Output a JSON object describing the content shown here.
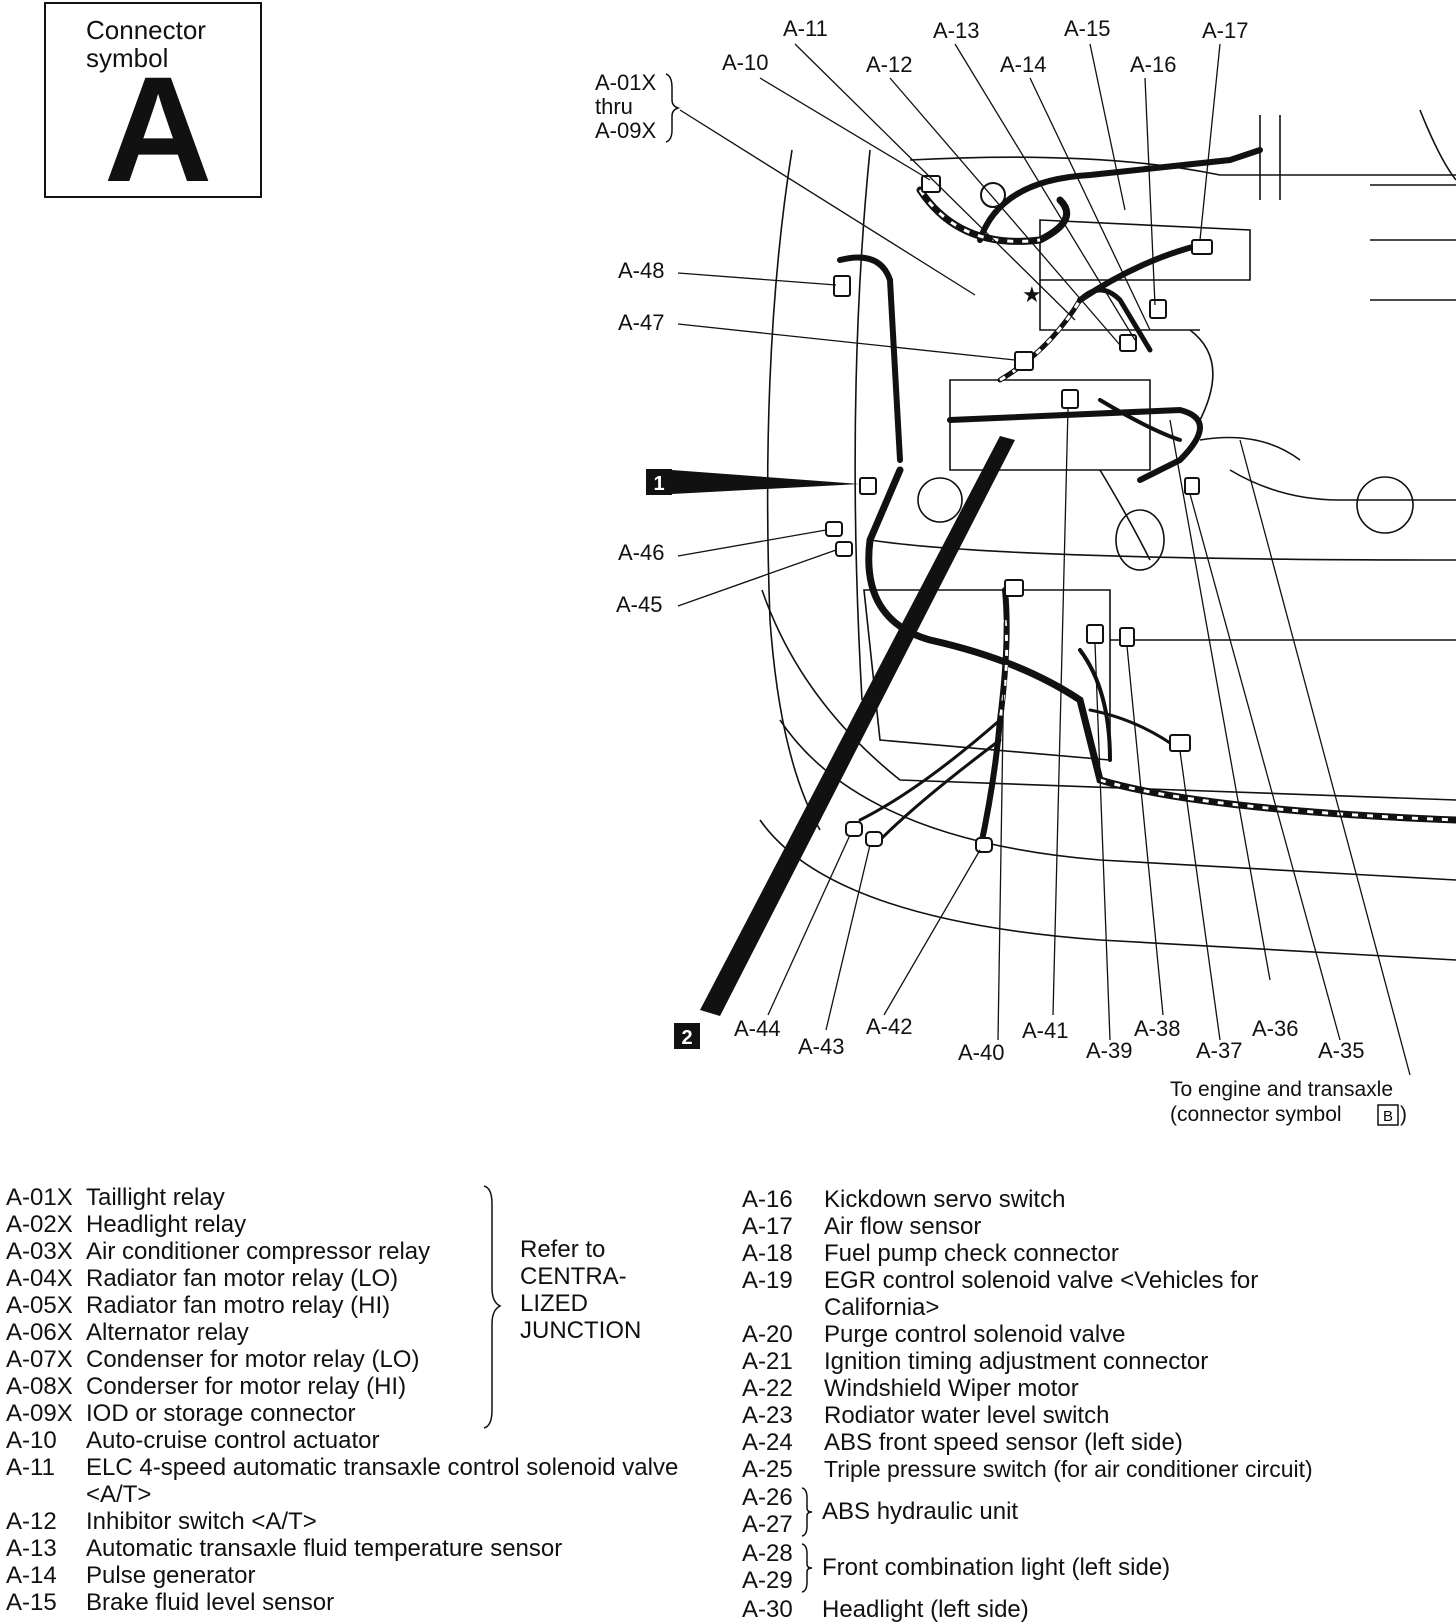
{
  "symbol_box": {
    "caption_line1": "Connector",
    "caption_line2": "symbol",
    "letter": "A"
  },
  "diagram": {
    "group_label": [
      "A-01X",
      "thru",
      "A-09X"
    ],
    "top_labels": [
      "A-11",
      "A-13",
      "A-15",
      "A-17",
      "A-10",
      "A-12",
      "A-14",
      "A-16"
    ],
    "left_labels": [
      "A-48",
      "A-47",
      "A-46",
      "A-45"
    ],
    "bottom_labels": [
      "A-44",
      "A-43",
      "A-42",
      "A-40",
      "A-41",
      "A-39",
      "A-38",
      "A-37",
      "A-36",
      "A-35"
    ],
    "pointer_1": "1",
    "pointer_2": "2",
    "engine_note_line1": "To engine and transaxle",
    "engine_note_line2": "(connector symbol",
    "engine_note_symbol": "B",
    "engine_note_close": ")",
    "star": "★"
  },
  "legend_left": [
    {
      "id": "A-01X",
      "text": "Taillight relay"
    },
    {
      "id": "A-02X",
      "text": "Headlight relay"
    },
    {
      "id": "A-03X",
      "text": "Air conditioner compressor relay"
    },
    {
      "id": "A-04X",
      "text": "Radiator fan motor relay (LO)"
    },
    {
      "id": "A-05X",
      "text": "Radiator fan motro relay (HI)"
    },
    {
      "id": "A-06X",
      "text": "Alternator relay"
    },
    {
      "id": "A-07X",
      "text": "Condenser for motor relay (LO)"
    },
    {
      "id": "A-08X",
      "text": "Conderser for motor relay (HI)"
    },
    {
      "id": "A-09X",
      "text": "IOD or storage connector"
    },
    {
      "id": "A-10",
      "text": "Auto-cruise control actuator"
    },
    {
      "id": "A-11",
      "text": "ELC 4-speed automatic transaxle control solenoid valve <A/T>"
    },
    {
      "id": "A-12",
      "text": "Inhibitor switch <A/T>"
    },
    {
      "id": "A-13",
      "text": "Automatic transaxle fluid temperature sensor"
    },
    {
      "id": "A-14",
      "text": "Pulse generator"
    },
    {
      "id": "A-15",
      "text": "Brake fluid level sensor"
    }
  ],
  "refer_note": [
    "Refer to",
    "CENTRA-",
    "LIZED",
    "JUNCTION"
  ],
  "legend_right": [
    {
      "id": "A-16",
      "text": "Kickdown servo switch"
    },
    {
      "id": "A-17",
      "text": "Air flow sensor"
    },
    {
      "id": "A-18",
      "text": "Fuel pump check connector"
    },
    {
      "id": "A-19",
      "text": "EGR control solenoid valve <Vehicles for California>"
    },
    {
      "id": "A-20",
      "text": "Purge control solenoid valve"
    },
    {
      "id": "A-21",
      "text": "Ignition timing adjustment connector"
    },
    {
      "id": "A-22",
      "text": "Windshield Wiper motor"
    },
    {
      "id": "A-23",
      "text": "Rodiator water level switch"
    },
    {
      "id": "A-24",
      "text": "ABS front speed sensor (left side)"
    },
    {
      "id": "A-25",
      "text": "Triple pressure switch (for air conditioner circuit)"
    }
  ],
  "legend_groups": [
    {
      "ids": [
        "A-26",
        "A-27"
      ],
      "text": "ABS hydraulic unit"
    },
    {
      "ids": [
        "A-28",
        "A-29"
      ],
      "text": "Front combination light (left side)"
    }
  ],
  "legend_last": {
    "id": "A-30",
    "text": "Headlight (left side)"
  }
}
